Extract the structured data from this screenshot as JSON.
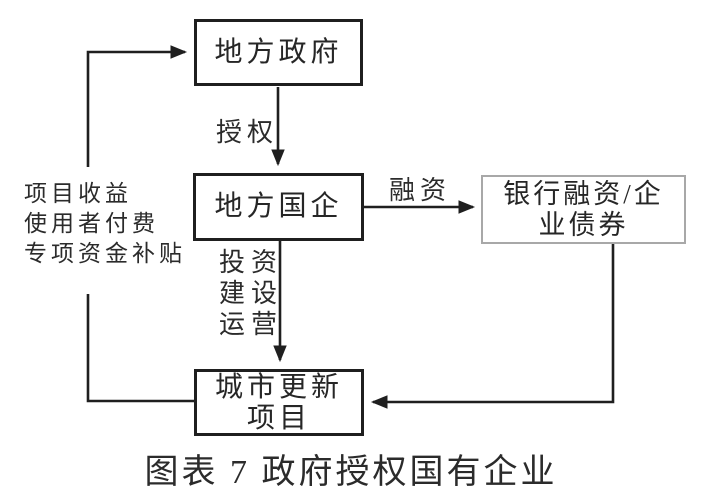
{
  "diagram": {
    "caption": "图表 7 政府授权国有企业",
    "boxes": {
      "local_government": {
        "label": "地方政府"
      },
      "local_soe": {
        "label": "地方国企"
      },
      "bank_financing": {
        "line1": "银行融资/企",
        "line2": "业债券"
      },
      "urban_renewal": {
        "line1": "城市更新",
        "line2": "项目"
      }
    },
    "edge_labels": {
      "authorize": "授权",
      "financing": "融资",
      "invest": "投资",
      "construct": "建设",
      "operate": "运营"
    },
    "return_flow_labels": {
      "line1": "项目收益",
      "line2": "使用者付费",
      "line3": "专项资金补贴"
    },
    "colors": {
      "background": "#ffffff",
      "connector": "#1f1f1f",
      "box_border": "#1f1f1f",
      "bank_box_border": "#a8a8a8",
      "text": "#262626"
    }
  }
}
